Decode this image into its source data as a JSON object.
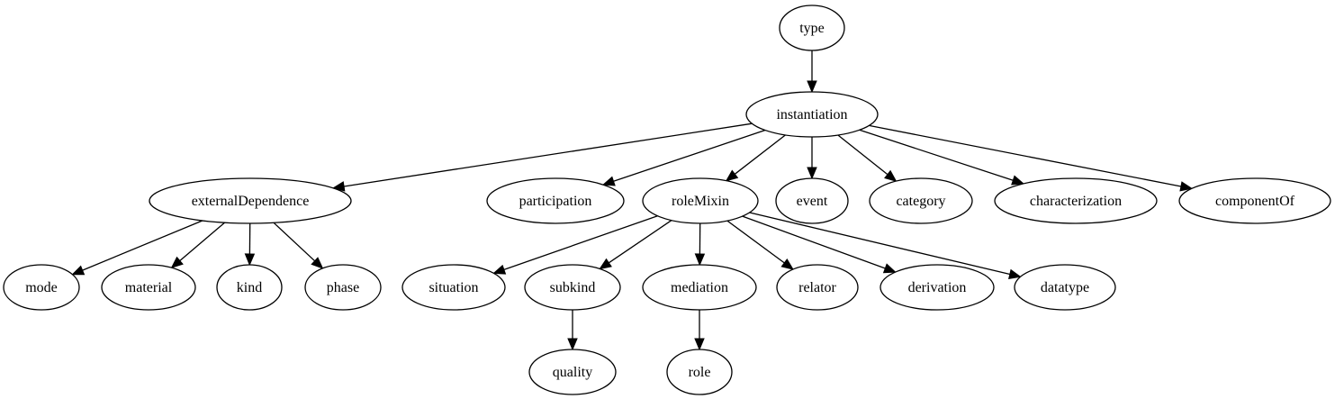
{
  "diagram": {
    "type": "tree",
    "nodes": [
      {
        "id": "type",
        "label": "type"
      },
      {
        "id": "instantiation",
        "label": "instantiation"
      },
      {
        "id": "externalDependence",
        "label": "externalDependence"
      },
      {
        "id": "participation",
        "label": "participation"
      },
      {
        "id": "roleMixin",
        "label": "roleMixin"
      },
      {
        "id": "event",
        "label": "event"
      },
      {
        "id": "category",
        "label": "category"
      },
      {
        "id": "characterization",
        "label": "characterization"
      },
      {
        "id": "componentOf",
        "label": "componentOf"
      },
      {
        "id": "mode",
        "label": "mode"
      },
      {
        "id": "material",
        "label": "material"
      },
      {
        "id": "kind",
        "label": "kind"
      },
      {
        "id": "phase",
        "label": "phase"
      },
      {
        "id": "situation",
        "label": "situation"
      },
      {
        "id": "subkind",
        "label": "subkind"
      },
      {
        "id": "mediation",
        "label": "mediation"
      },
      {
        "id": "relator",
        "label": "relator"
      },
      {
        "id": "derivation",
        "label": "derivation"
      },
      {
        "id": "datatype",
        "label": "datatype"
      },
      {
        "id": "quality",
        "label": "quality"
      },
      {
        "id": "role",
        "label": "role"
      }
    ],
    "edges": [
      {
        "from": "type",
        "to": "instantiation"
      },
      {
        "from": "instantiation",
        "to": "externalDependence"
      },
      {
        "from": "instantiation",
        "to": "participation"
      },
      {
        "from": "instantiation",
        "to": "roleMixin"
      },
      {
        "from": "instantiation",
        "to": "event"
      },
      {
        "from": "instantiation",
        "to": "category"
      },
      {
        "from": "instantiation",
        "to": "characterization"
      },
      {
        "from": "instantiation",
        "to": "componentOf"
      },
      {
        "from": "externalDependence",
        "to": "mode"
      },
      {
        "from": "externalDependence",
        "to": "material"
      },
      {
        "from": "externalDependence",
        "to": "kind"
      },
      {
        "from": "externalDependence",
        "to": "phase"
      },
      {
        "from": "roleMixin",
        "to": "situation"
      },
      {
        "from": "roleMixin",
        "to": "subkind"
      },
      {
        "from": "roleMixin",
        "to": "mediation"
      },
      {
        "from": "roleMixin",
        "to": "relator"
      },
      {
        "from": "roleMixin",
        "to": "derivation"
      },
      {
        "from": "roleMixin",
        "to": "datatype"
      },
      {
        "from": "subkind",
        "to": "quality"
      },
      {
        "from": "mediation",
        "to": "role"
      }
    ]
  }
}
